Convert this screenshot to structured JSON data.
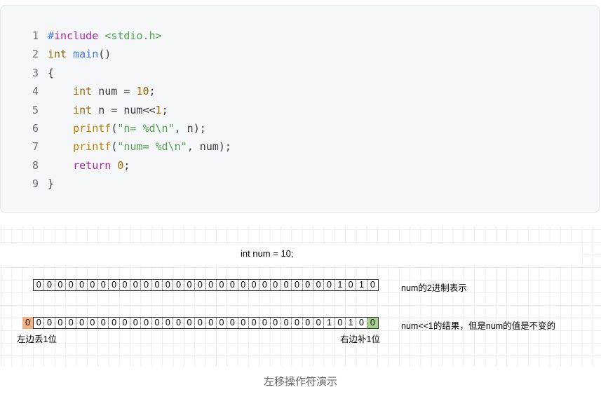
{
  "code": {
    "lines": [
      [
        [
          "t-meta",
          "#"
        ],
        [
          "t-kw",
          "include"
        ],
        [
          "t-plain",
          " "
        ],
        [
          "t-str",
          "<stdio.h>"
        ]
      ],
      [
        [
          "t-type",
          "int"
        ],
        [
          "t-plain",
          " "
        ],
        [
          "t-fn",
          "main"
        ],
        [
          "t-plain",
          "()"
        ]
      ],
      [
        [
          "t-plain",
          "{"
        ]
      ],
      [
        [
          "t-plain",
          "    "
        ],
        [
          "t-type",
          "int"
        ],
        [
          "t-plain",
          " num = "
        ],
        [
          "t-num",
          "10"
        ],
        [
          "t-plain",
          ";"
        ]
      ],
      [
        [
          "t-plain",
          "    "
        ],
        [
          "t-type",
          "int"
        ],
        [
          "t-plain",
          " n = num<<"
        ],
        [
          "t-num",
          "1"
        ],
        [
          "t-plain",
          ";"
        ]
      ],
      [
        [
          "t-plain",
          "    "
        ],
        [
          "t-call",
          "printf"
        ],
        [
          "t-plain",
          "("
        ],
        [
          "t-str",
          "\"n= %d\\n\""
        ],
        [
          "t-plain",
          ", n);"
        ]
      ],
      [
        [
          "t-plain",
          "    "
        ],
        [
          "t-call",
          "printf"
        ],
        [
          "t-plain",
          "("
        ],
        [
          "t-str",
          "\"num= %d\\n\""
        ],
        [
          "t-plain",
          ", num);"
        ]
      ],
      [
        [
          "t-plain",
          "    "
        ],
        [
          "t-kw",
          "return"
        ],
        [
          "t-plain",
          " "
        ],
        [
          "t-num",
          "0"
        ],
        [
          "t-plain",
          ";"
        ]
      ],
      [
        [
          "t-plain",
          "}"
        ]
      ]
    ]
  },
  "figure": {
    "title": "int num = 10;",
    "row1_bits": "00000000000000000000000000001010",
    "row1_label": "num的2进制表示",
    "row2_lost_bit": "0",
    "row2_bits": "00000000000000000000000000010100",
    "row2_label": "num<<1的结果，但是num的值是不变的",
    "left_note": "左边丢1位",
    "right_note": "右边补1位"
  },
  "caption": "左移操作符演示"
}
